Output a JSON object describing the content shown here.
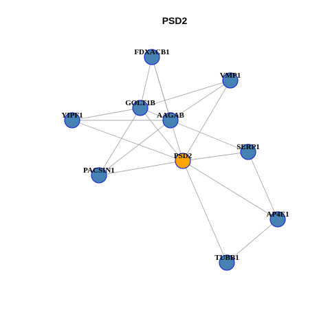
{
  "graph": {
    "title": "PSD2",
    "colors": {
      "node_default": "#4682B4",
      "node_focus": "#FFA500",
      "node_border": "#1E2ECC",
      "edge": "#A9A9A9"
    },
    "nodes": [
      {
        "id": "PSD2",
        "label": "PSD2",
        "focus": true
      },
      {
        "id": "FDXACB1",
        "label": "FDXACB1"
      },
      {
        "id": "VMP1",
        "label": "VMP1"
      },
      {
        "id": "GOLT1B",
        "label": "GOLT1B"
      },
      {
        "id": "YIPF1",
        "label": "YIPF1"
      },
      {
        "id": "AAGAB",
        "label": "AAGAB"
      },
      {
        "id": "SERP1",
        "label": "SERP1"
      },
      {
        "id": "PACSIN1",
        "label": "PACSIN1"
      },
      {
        "id": "AP4E1",
        "label": "AP4E1"
      },
      {
        "id": "TUBB1",
        "label": "TUBB1"
      }
    ],
    "edges": [
      [
        "FDXACB1",
        "GOLT1B"
      ],
      [
        "FDXACB1",
        "AAGAB"
      ],
      [
        "FDXACB1",
        "PSD2"
      ],
      [
        "VMP1",
        "GOLT1B"
      ],
      [
        "VMP1",
        "AAGAB"
      ],
      [
        "VMP1",
        "PSD2"
      ],
      [
        "YIPF1",
        "GOLT1B"
      ],
      [
        "YIPF1",
        "AAGAB"
      ],
      [
        "YIPF1",
        "PSD2"
      ],
      [
        "GOLT1B",
        "AAGAB"
      ],
      [
        "GOLT1B",
        "PACSIN1"
      ],
      [
        "GOLT1B",
        "PSD2"
      ],
      [
        "AAGAB",
        "SERP1"
      ],
      [
        "AAGAB",
        "PACSIN1"
      ],
      [
        "PACSIN1",
        "PSD2"
      ],
      [
        "SERP1",
        "PSD2"
      ],
      [
        "SERP1",
        "AP4E1"
      ],
      [
        "AP4E1",
        "PSD2"
      ],
      [
        "AP4E1",
        "TUBB1"
      ],
      [
        "TUBB1",
        "PSD2"
      ]
    ]
  }
}
